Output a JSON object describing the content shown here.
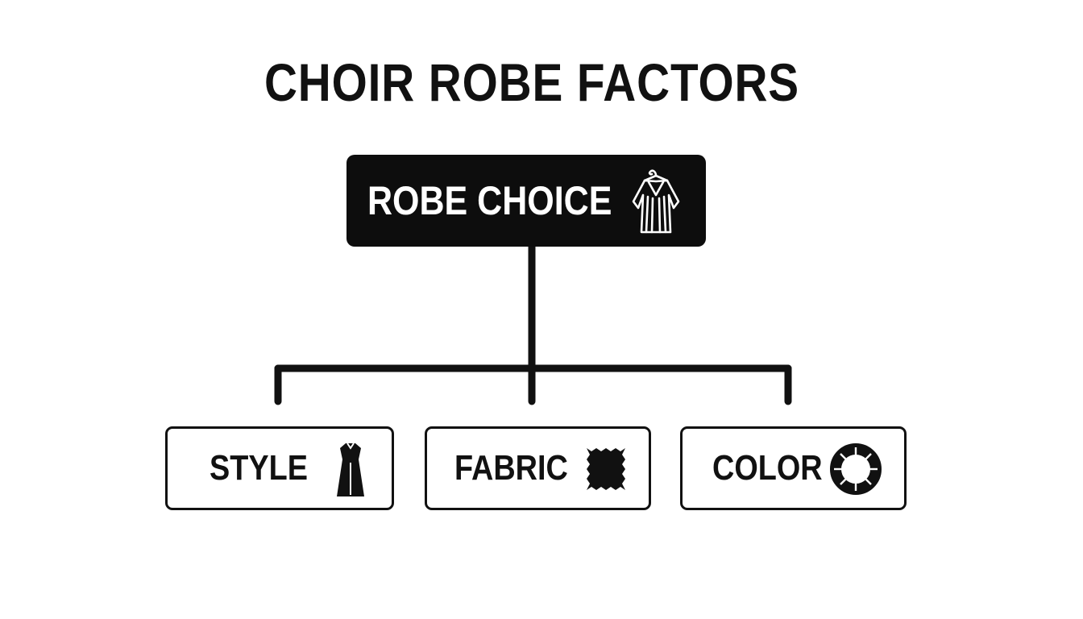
{
  "title": "CHOIR ROBE FACTORS",
  "root": {
    "label": "ROBE CHOICE",
    "icon": "robe-on-hanger-icon"
  },
  "children": [
    {
      "label": "STYLE",
      "icon": "dress-icon"
    },
    {
      "label": "FABRIC",
      "icon": "fabric-swatch-icon"
    },
    {
      "label": "COLOR",
      "icon": "color-wheel-icon"
    }
  ],
  "colors": {
    "ink": "#111111",
    "root_fill": "#0d0d0d",
    "background": "#ffffff"
  }
}
